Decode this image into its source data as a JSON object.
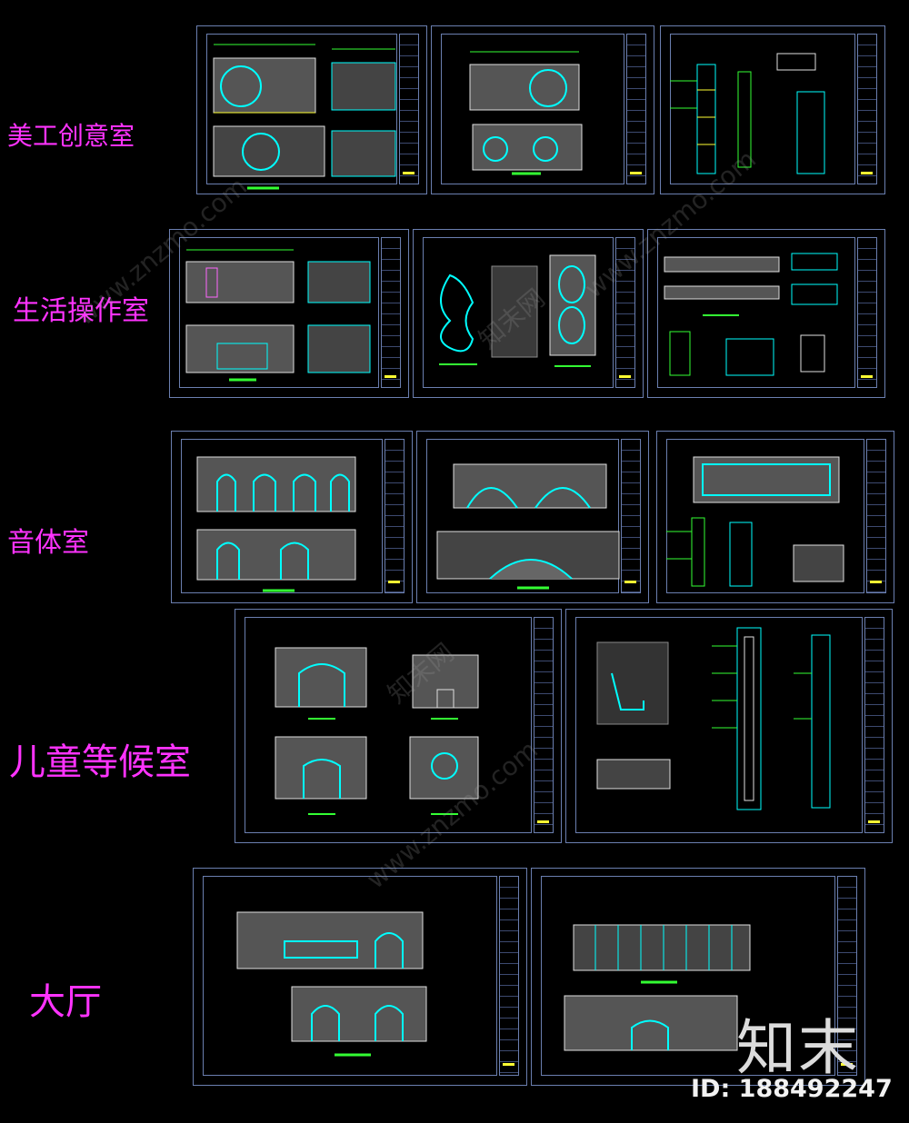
{
  "rooms": [
    {
      "label": "美工创意室"
    },
    {
      "label": "生活操作室"
    },
    {
      "label": "音体室"
    },
    {
      "label": "儿童等候室"
    },
    {
      "label": "大厅"
    }
  ],
  "watermark": {
    "text": "www.znzmo.com",
    "brand": "知末网"
  },
  "logo": {
    "mark": "知末",
    "id": "ID: 188492247"
  },
  "colors": {
    "room_label": "#ff33ff",
    "sheet_border": "#6b7fb0",
    "hatch": "#8a8a8a",
    "line_green": "#33ff33",
    "line_cyan": "#00ffff",
    "line_yellow": "#ffff33",
    "line_white": "#e0e0e0"
  }
}
